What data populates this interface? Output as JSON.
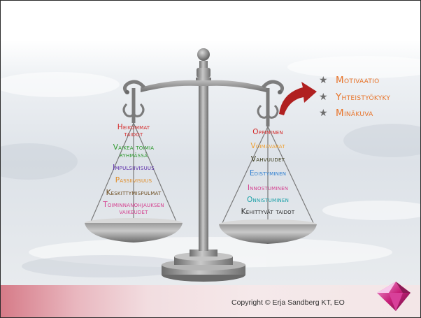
{
  "left_pan": {
    "items": [
      {
        "text": "Heikommat",
        "color": "#d42a2a"
      },
      {
        "text": "taidot",
        "color": "#d42a2a"
      },
      {
        "text": "Vaikea toimia",
        "color": "#2f9a2f"
      },
      {
        "text": "ryhmässä",
        "color": "#2f9a2f"
      },
      {
        "text": "Impulsiivisuus",
        "color": "#5a2aa8"
      },
      {
        "text": "Passiivisuus",
        "color": "#e08a20"
      },
      {
        "text": "Keskittymispulmat",
        "color": "#6b4a1c"
      },
      {
        "text": "Toiminnanohjauksen",
        "color": "#d4408f"
      },
      {
        "text": "vaikeudet",
        "color": "#d4408f"
      }
    ]
  },
  "right_pan": {
    "items": [
      {
        "text": "Oppiminen",
        "color": "#d42a2a"
      },
      {
        "text": "Voimavarat",
        "color": "#f0a030"
      },
      {
        "text": "Vahvuudet",
        "color": "#3a3a1a"
      },
      {
        "text": "Edistyminen",
        "color": "#2f7fd0"
      },
      {
        "text": "Innostuminen",
        "color": "#d4408f"
      },
      {
        "text": "Onnistuminen",
        "color": "#1aa0a8"
      },
      {
        "text": "Kehittyvät taidot",
        "color": "#2a2a2a"
      }
    ]
  },
  "bullets": [
    {
      "icon": "star-icon",
      "text": "Motivaatio"
    },
    {
      "icon": "star-icon",
      "text": "Yhteistyökyky"
    },
    {
      "icon": "star-icon",
      "text": "Minäkuva"
    }
  ],
  "footer": {
    "copyright": "Copyright © Erja Sandberg KT, EO"
  },
  "colors": {
    "arrow": "#b02020",
    "bullet_text": "#e8742a",
    "scale_metal": "#8e8e8e"
  }
}
